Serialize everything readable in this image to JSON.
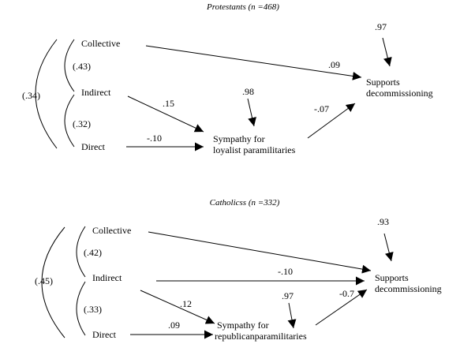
{
  "panels": [
    {
      "title": "Protestants (n =468)",
      "nodes": {
        "collective": "Collective",
        "indirect": "Indirect",
        "direct": "Direct",
        "sympathy_line1": "Sympathy for",
        "sympathy_line2": "loyalist paramilitaries",
        "supports_line1": "Supports",
        "supports_line2": "decommissioning"
      },
      "correlations": {
        "collective_indirect": "(.43)",
        "indirect_direct": "(.32)",
        "collective_direct": "(.34)"
      },
      "paths": {
        "collective_supports": ".09",
        "indirect_sympathy": ".15",
        "direct_sympathy": "-.10",
        "sympathy_supports": "-.07",
        "error_sympathy": ".98",
        "error_supports": ".97"
      }
    },
    {
      "title": "Catholicss (n =332)",
      "nodes": {
        "collective": "Collective",
        "indirect": "Indirect",
        "direct": "Direct",
        "sympathy_line1": "Sympathy for",
        "sympathy_line2": "republicanparamilitaries",
        "supports_line1": "Supports",
        "supports_line2": "decommissioning"
      },
      "correlations": {
        "collective_indirect": "(.42)",
        "indirect_direct": "(.33)",
        "collective_direct": "(.45)"
      },
      "paths": {
        "collective_supports": "",
        "indirect_supports": "-.10",
        "indirect_sympathy": ".12",
        "direct_sympathy": ".09",
        "sympathy_supports": "-0.7",
        "error_sympathy": ".97",
        "error_supports": ".93"
      }
    }
  ]
}
